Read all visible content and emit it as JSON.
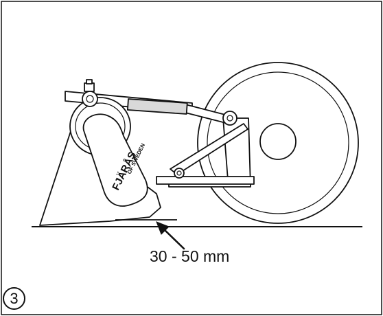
{
  "measurement": "30 - 50 mm",
  "step_number": "3",
  "brand": {
    "name": "FJÄRÅS",
    "tagline": "OF SWEDEN"
  },
  "colors": {
    "ink": "#111111",
    "background": "#ffffff",
    "shading": "#d9d9d9"
  }
}
